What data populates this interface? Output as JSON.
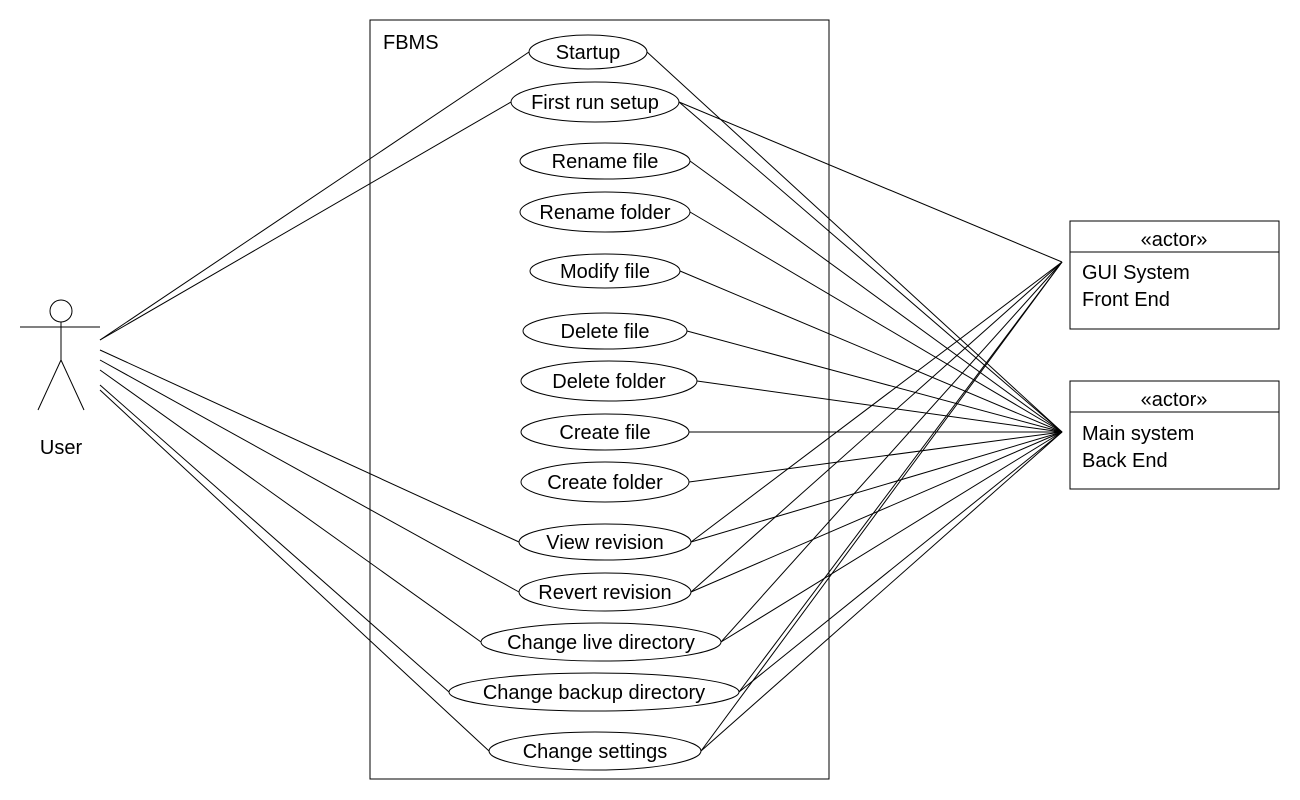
{
  "system": {
    "name": "FBMS"
  },
  "actors": {
    "user": {
      "name": "User"
    },
    "gui": {
      "stereotype": "«actor»",
      "line1": "GUI System",
      "line2": "Front End"
    },
    "main": {
      "stereotype": "«actor»",
      "line1": "Main system",
      "line2": "Back End"
    }
  },
  "use_cases": [
    {
      "id": "startup",
      "label": "Startup",
      "user": true,
      "gui": false,
      "main": true
    },
    {
      "id": "first-run-setup",
      "label": "First run setup",
      "user": true,
      "gui": true,
      "main": true
    },
    {
      "id": "rename-file",
      "label": "Rename file",
      "user": false,
      "gui": false,
      "main": true
    },
    {
      "id": "rename-folder",
      "label": "Rename folder",
      "user": false,
      "gui": false,
      "main": true
    },
    {
      "id": "modify-file",
      "label": "Modify file",
      "user": false,
      "gui": false,
      "main": true
    },
    {
      "id": "delete-file",
      "label": "Delete file",
      "user": false,
      "gui": false,
      "main": true
    },
    {
      "id": "delete-folder",
      "label": "Delete folder",
      "user": false,
      "gui": false,
      "main": true
    },
    {
      "id": "create-file",
      "label": "Create file",
      "user": false,
      "gui": false,
      "main": true
    },
    {
      "id": "create-folder",
      "label": "Create folder",
      "user": false,
      "gui": false,
      "main": true
    },
    {
      "id": "view-revision",
      "label": "View revision",
      "user": true,
      "gui": true,
      "main": true
    },
    {
      "id": "revert-revision",
      "label": "Revert revision",
      "user": true,
      "gui": true,
      "main": true
    },
    {
      "id": "change-live-directory",
      "label": "Change live directory",
      "user": true,
      "gui": true,
      "main": true
    },
    {
      "id": "change-backup-directory",
      "label": "Change backup directory",
      "user": true,
      "gui": true,
      "main": true
    },
    {
      "id": "change-settings",
      "label": "Change settings",
      "user": true,
      "gui": true,
      "main": true
    }
  ]
}
